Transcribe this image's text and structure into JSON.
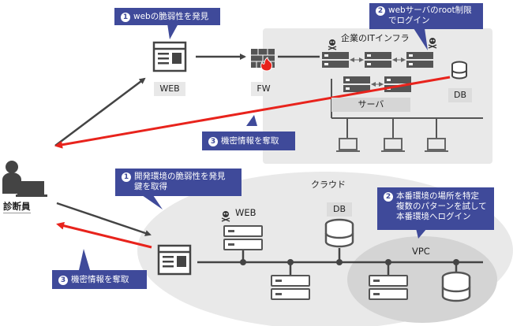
{
  "top": {
    "callout1": {
      "num": "1",
      "text": "webの脆弱性を発見"
    },
    "callout2": {
      "num": "2",
      "line1": "webサーバのroot制限",
      "line2": "でログイン"
    },
    "callout3": {
      "num": "3",
      "text": "機密情報を奪取"
    },
    "infra_title": "企業のITインフラ",
    "web_tag": "WEB",
    "fw_tag": "FW",
    "db_tag": "DB",
    "server_tag": "サーバ"
  },
  "person_label": "診断員",
  "bottom": {
    "callout1": {
      "num": "1",
      "line1": "開発環境の脆弱性を発見",
      "line2": "鍵を取得"
    },
    "callout2": {
      "num": "2",
      "line1": "本番環境の場所を特定",
      "line2": "複数のパターンを試して",
      "line3": "本番環境へログイン"
    },
    "callout3": {
      "num": "3",
      "text": "機密情報を奪取"
    },
    "cloud_title": "クラウド",
    "web_label": "WEB",
    "db_label": "DB",
    "vpc_label": "VPC"
  },
  "colors": {
    "callout": "#3f4a9a",
    "attack": "#e8231c",
    "flow": "#444444",
    "panel": "#e9e9e9"
  }
}
